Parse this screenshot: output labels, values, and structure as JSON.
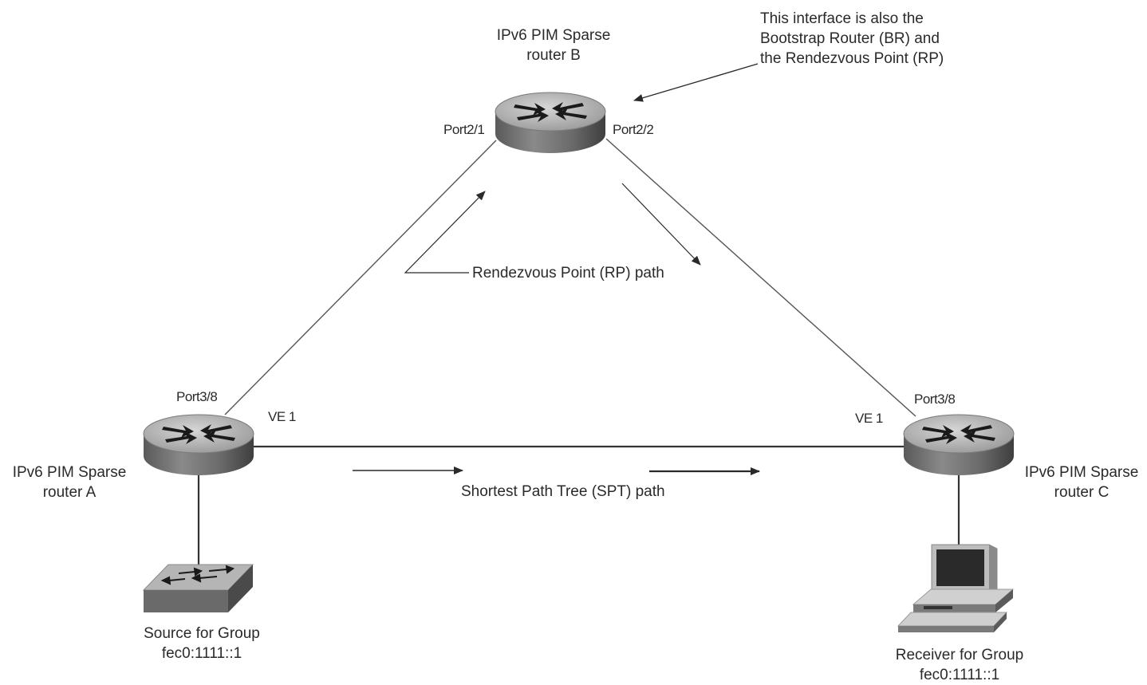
{
  "routers": {
    "a": {
      "name_line1": "IPv6 PIM Sparse",
      "name_line2": "router A",
      "port": "Port3/8",
      "ve": "VE 1"
    },
    "b": {
      "name_line1": "IPv6 PIM Sparse",
      "name_line2": "router B",
      "port_left": "Port2/1",
      "port_right": "Port2/2"
    },
    "c": {
      "name_line1": "IPv6 PIM Sparse",
      "name_line2": "router C",
      "port": "Port3/8",
      "ve": "VE 1"
    }
  },
  "annotation": {
    "line1": "This interface is also the",
    "line2": "Bootstrap Router (BR) and",
    "line3": "the Rendezvous Point (RP)"
  },
  "paths": {
    "rp_path": "Rendezvous Point (RP) path",
    "spt_path": "Shortest Path Tree (SPT) path"
  },
  "source": {
    "line1": "Source for Group",
    "line2": "fec0:1111::1"
  },
  "receiver": {
    "line1": "Receiver for Group",
    "line2": "fec0:1111::1"
  },
  "icons": [
    "router-icon",
    "switch-icon",
    "computer-icon"
  ]
}
